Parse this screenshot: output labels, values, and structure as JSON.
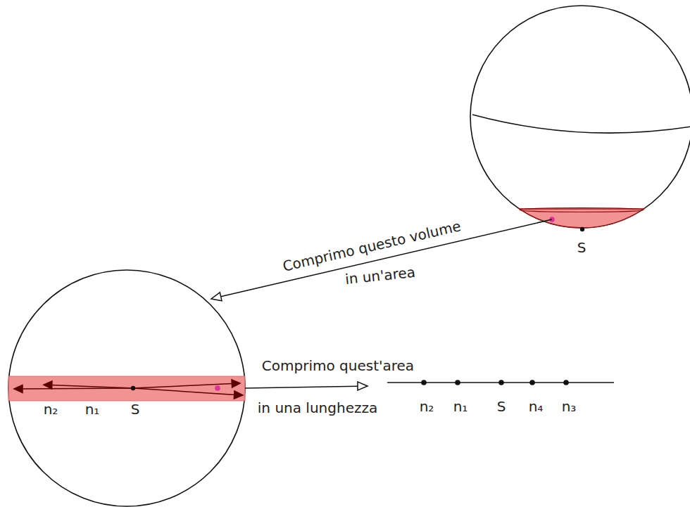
{
  "diagram": {
    "labels": [
      "S",
      "Comprimo questo volume",
      "in un'area",
      "n₂",
      "n₁",
      "S",
      "Comprimo quest'area",
      "in una lunghezza",
      "n₂",
      "n₁",
      "S",
      "n₄",
      "n₃"
    ]
  }
}
